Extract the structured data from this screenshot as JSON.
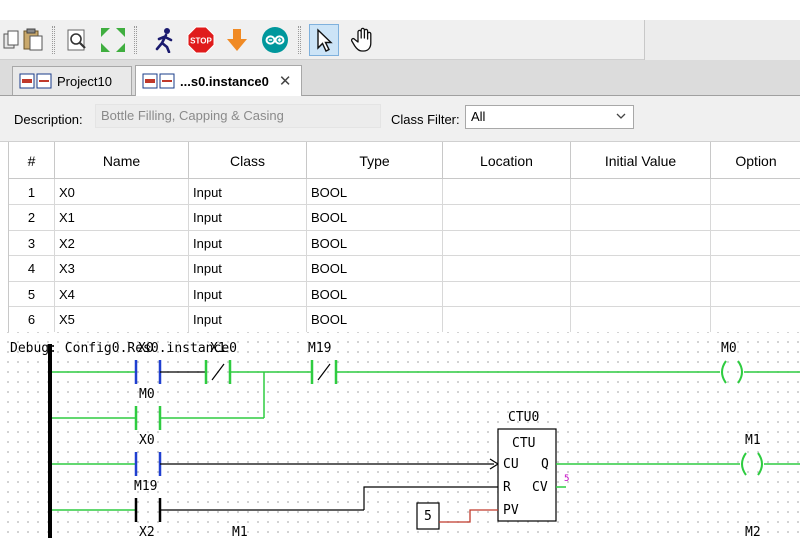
{
  "toolbar": {
    "buttons": [
      {
        "name": "copy-icon"
      },
      {
        "name": "paste-icon"
      },
      {
        "name": "zoom-preview-icon"
      },
      {
        "name": "fullscreen-icon"
      },
      {
        "name": "run-icon"
      },
      {
        "name": "stop-icon",
        "label": "STOP"
      },
      {
        "name": "download-icon"
      },
      {
        "name": "arduino-icon"
      },
      {
        "name": "select-pointer-icon"
      },
      {
        "name": "pan-hand-icon"
      }
    ]
  },
  "tabs": [
    {
      "label": "Project10",
      "active": false
    },
    {
      "label": "...s0.instance0",
      "active": true,
      "close": "✕"
    }
  ],
  "description": {
    "label": "Description:",
    "value": "Bottle Filling, Capping & Casing",
    "filter_label": "Class Filter:",
    "filter_value": "All"
  },
  "table": {
    "headers": [
      "#",
      "Name",
      "Class",
      "Type",
      "Location",
      "Initial Value",
      "Option"
    ],
    "rows": [
      {
        "num": "1",
        "name": "X0",
        "class": "Input",
        "type": "BOOL"
      },
      {
        "num": "2",
        "name": "X1",
        "class": "Input",
        "type": "BOOL"
      },
      {
        "num": "3",
        "name": "X2",
        "class": "Input",
        "type": "BOOL"
      },
      {
        "num": "4",
        "name": "X3",
        "class": "Input",
        "type": "BOOL"
      },
      {
        "num": "5",
        "name": "X4",
        "class": "Input",
        "type": "BOOL"
      },
      {
        "num": "6",
        "name": "X5",
        "class": "Input",
        "type": "BOOL"
      }
    ]
  },
  "ladder": {
    "debug_text": "Debug: Config0.Res0.instance0",
    "labels": {
      "x0_top": "X0",
      "x1_top": "X1",
      "m19_top": "M19",
      "m0_coil": "M0",
      "m0_contact": "M0",
      "ctu0": "CTU0",
      "ctu": "CTU",
      "cu": "CU",
      "q": "Q",
      "r": "R",
      "cv": "CV",
      "pv": "PV",
      "cv_value": "5",
      "x0_mid": "X0",
      "m1_coil": "M1",
      "m19_mid": "M19",
      "pv_const": "5",
      "x2_bot": "X2",
      "m1_bot": "M1",
      "m2_coil": "M2"
    }
  },
  "colors": {
    "energized": "#2ecc40",
    "contact_blue": "#1f3fd0",
    "pv_red": "#c0392b",
    "cv_magenta": "#c000c0"
  }
}
